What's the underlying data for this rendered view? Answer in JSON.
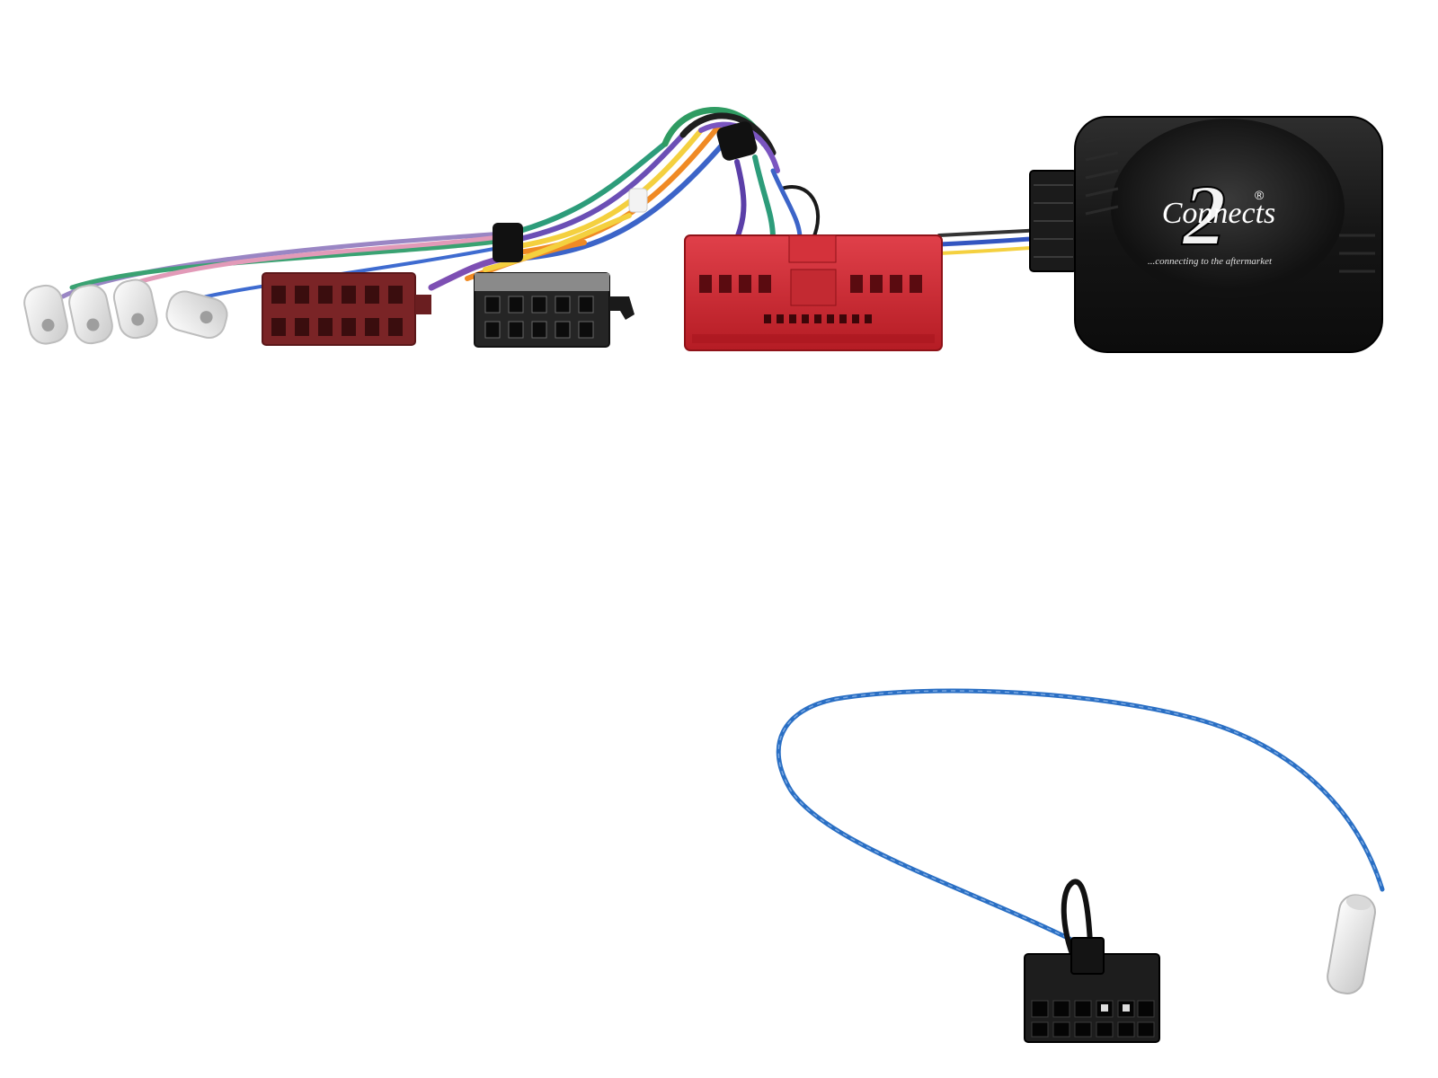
{
  "product": {
    "brand_logo_text": "Connects",
    "brand_logo_number": "2",
    "brand_trademark": "®",
    "brand_tagline": "...connecting to the aftermarket"
  },
  "colors": {
    "background": "#ffffff",
    "module_body": "#1a1a1a",
    "red_connector": "#c8242c",
    "iso_power_connector": "#7a2426",
    "iso_speaker_connector": "#222222",
    "patch_lead_wire": "#2a6fc4",
    "bullet_connector": "#ececec"
  },
  "icons": {
    "interface_module": "module-box-icon",
    "red_vehicle_connector": "multi-pin-connector-icon",
    "iso_power_connector": "iso-connector-icon",
    "iso_speaker_connector": "iso-connector-icon",
    "bullet_connectors": "bullet-connector-icon",
    "patch_lead_plug": "molex-plug-icon"
  }
}
